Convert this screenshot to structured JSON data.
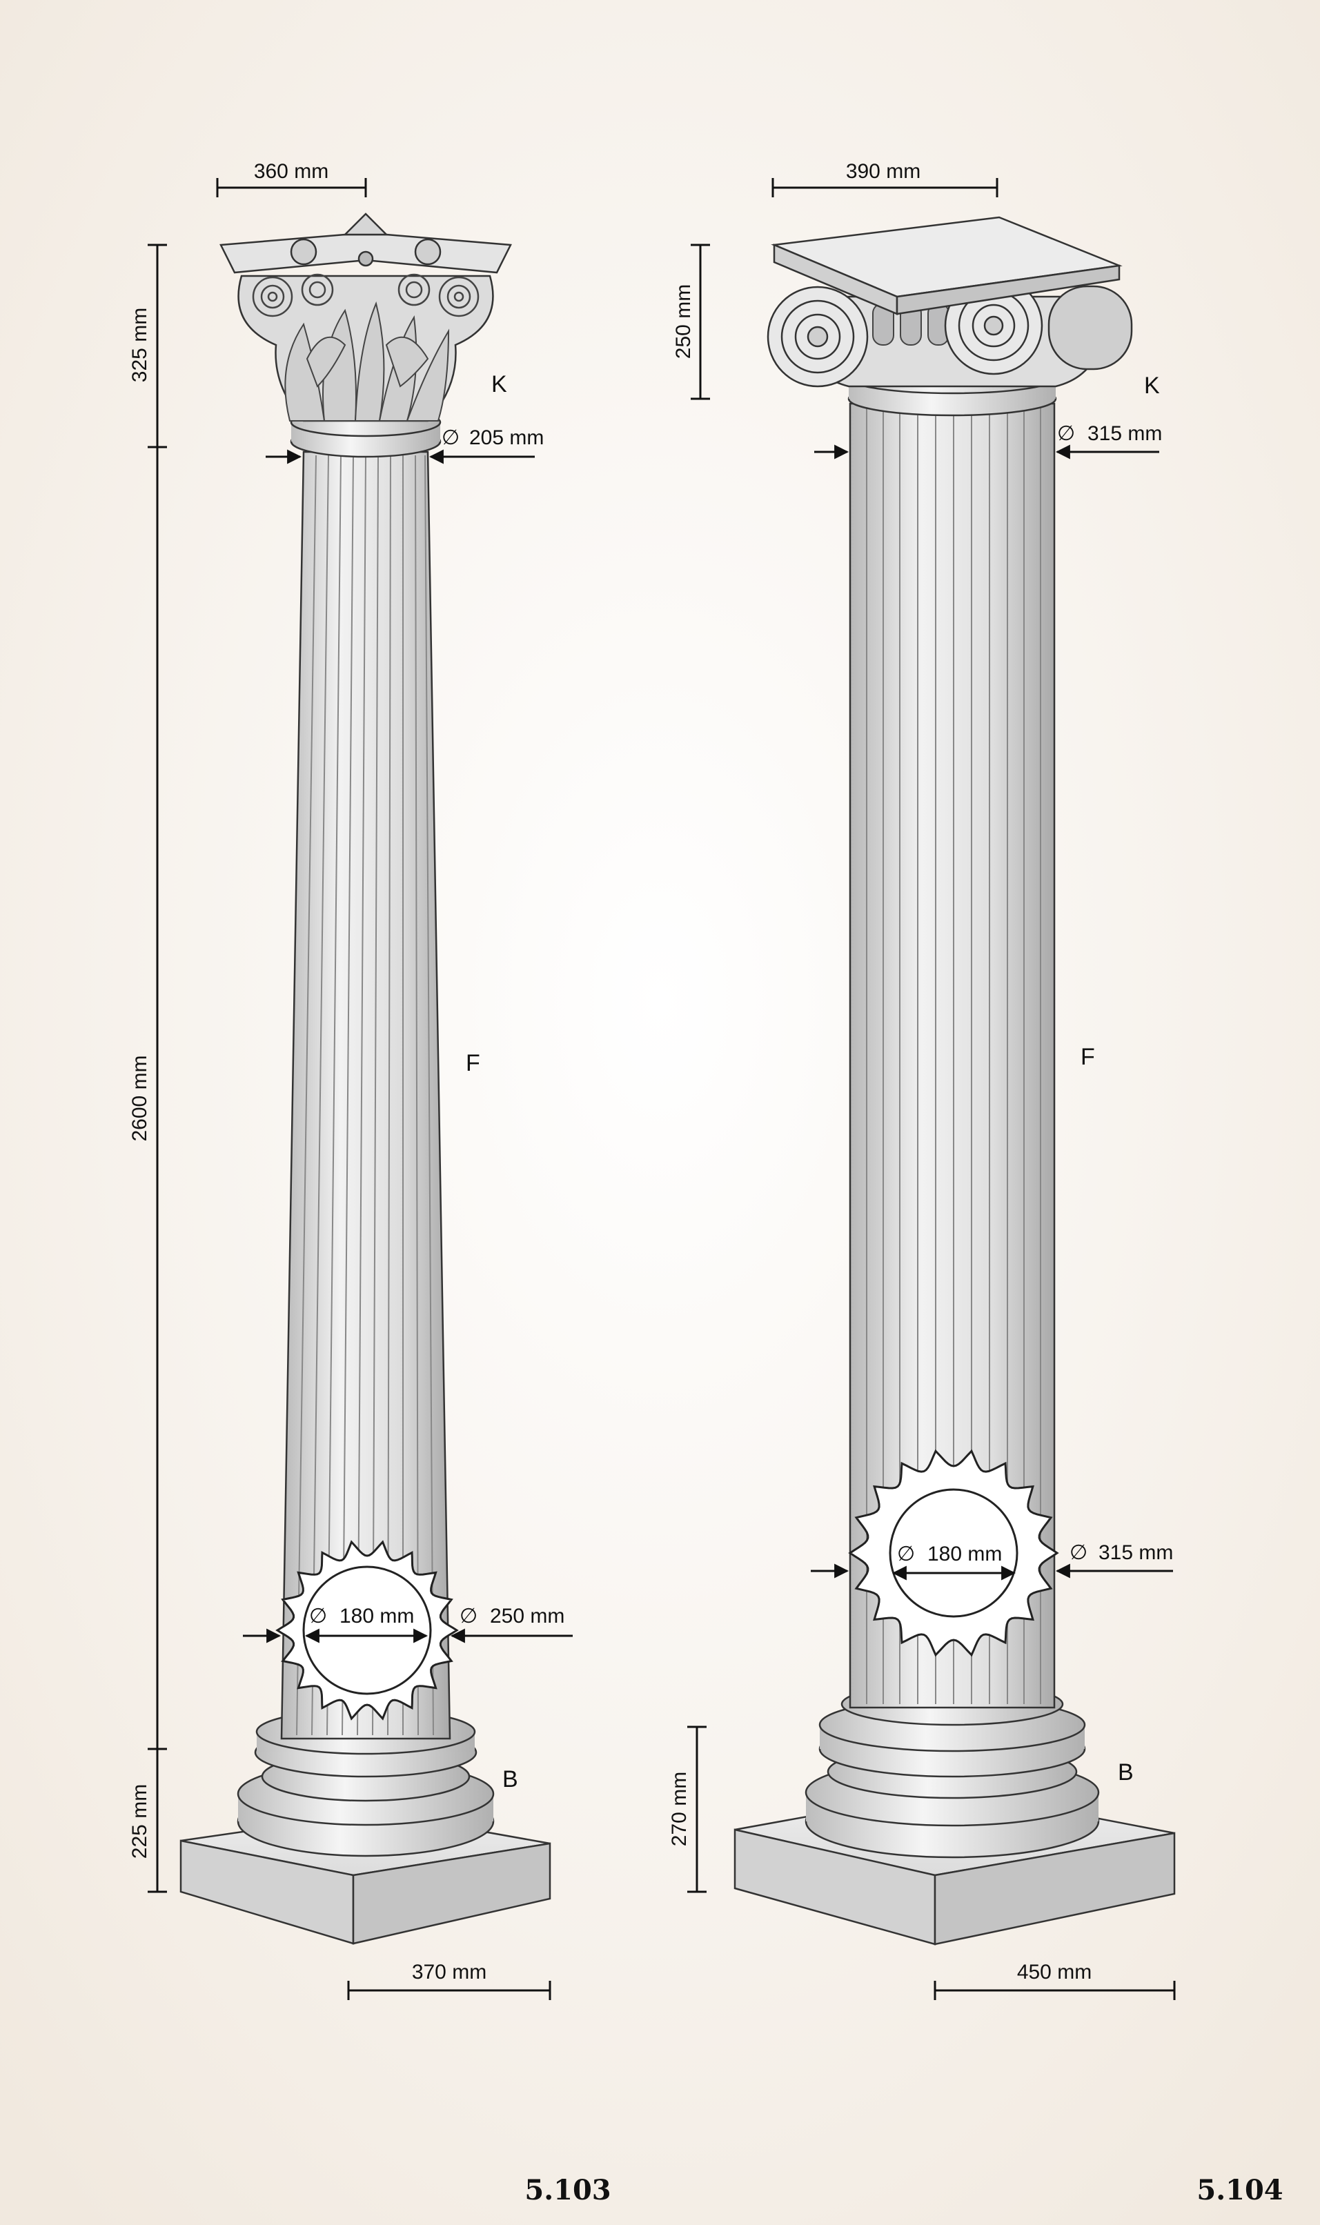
{
  "columns": [
    {
      "id": "corinthian",
      "code": "5.103",
      "capital_width": "360 mm",
      "capital_height": "325 mm",
      "shaft_height": "2600 mm",
      "base_height": "225 mm",
      "plinth_width": "370 mm",
      "top_diameter": "205 mm",
      "bottom_diameter": "250 mm",
      "core_diameter": "180 mm",
      "label_capital": "K",
      "label_shaft": "F",
      "label_base": "B"
    },
    {
      "id": "ionic",
      "code": "5.104",
      "capital_width": "390 mm",
      "capital_height": "250 mm",
      "base_height": "270 mm",
      "plinth_width": "450 mm",
      "top_diameter": "315 mm",
      "bottom_diameter": "315 mm",
      "core_diameter": "180 mm",
      "label_capital": "K",
      "label_shaft": "F",
      "label_base": "B"
    }
  ],
  "diameter_symbol": "∅",
  "colors": {
    "background": "#f6f2ec",
    "stone": "#e6e6e6",
    "outline": "#333333",
    "dimension": "#111111"
  }
}
